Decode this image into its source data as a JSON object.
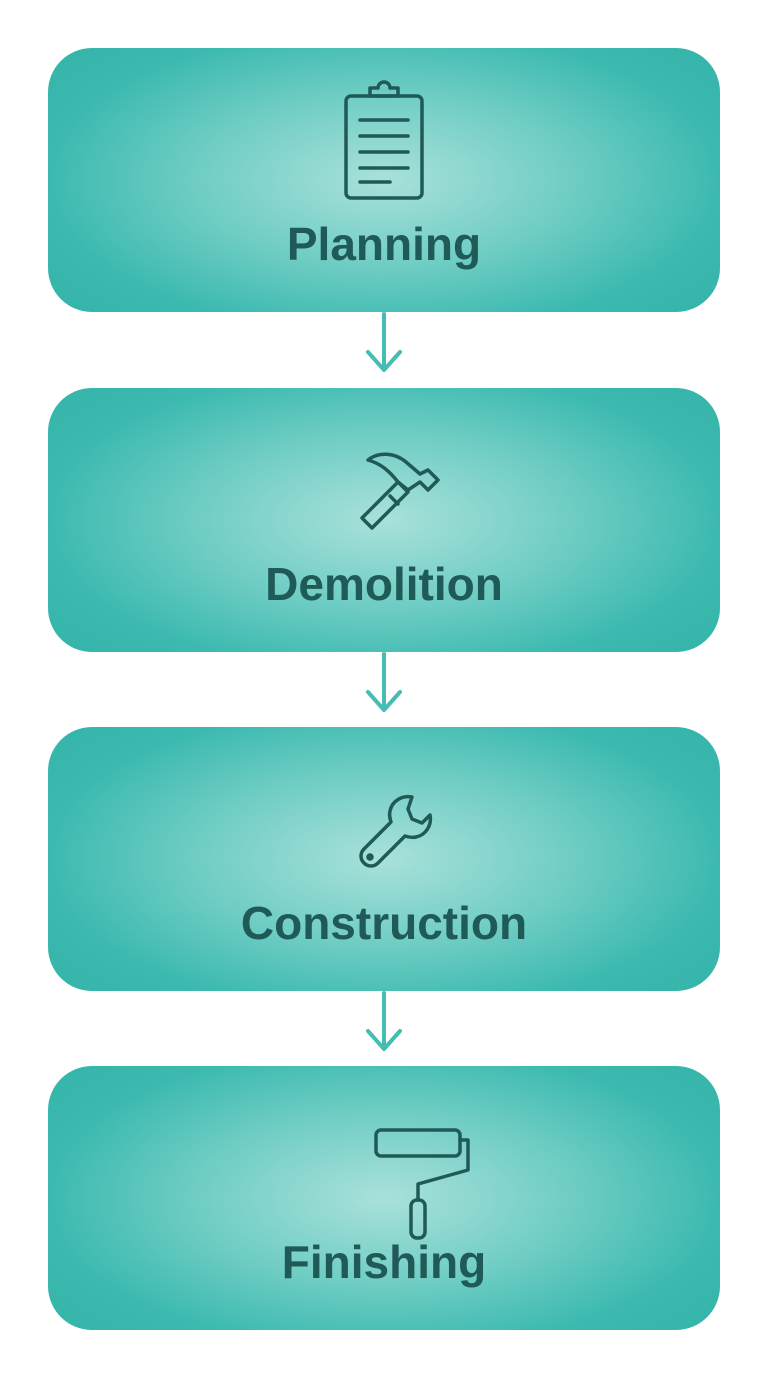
{
  "steps": [
    {
      "label": "Planning",
      "icon": "clipboard-icon"
    },
    {
      "label": "Demolition",
      "icon": "hammer-icon"
    },
    {
      "label": "Construction",
      "icon": "wrench-icon"
    },
    {
      "label": "Finishing",
      "icon": "paint-roller-icon"
    }
  ],
  "colors": {
    "box_edge": "#36b5ab",
    "box_center": "#a9e1db",
    "label_text": "#1f5a57",
    "icon_stroke": "#1f5a57",
    "arrow": "#45bdb3"
  }
}
